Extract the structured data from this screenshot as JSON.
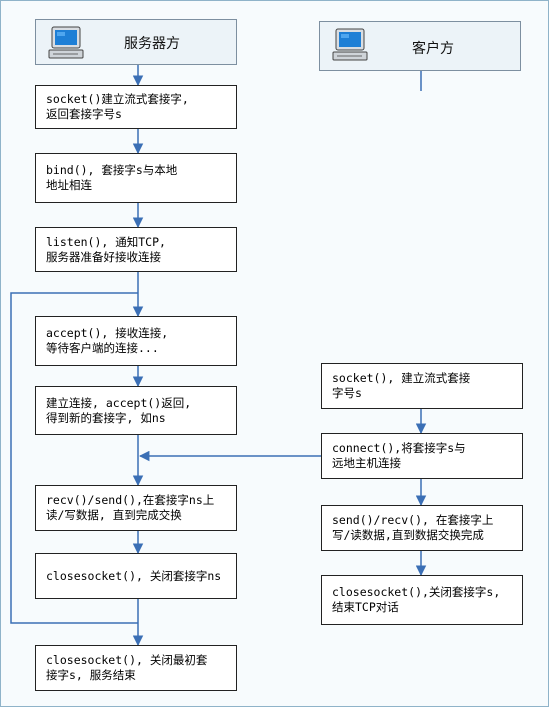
{
  "server": {
    "title": "服务器方",
    "icon": "computer-icon",
    "steps": [
      "socket()建立流式套接字,\n返回套接字号s",
      "bind(), 套接字s与本地\n地址相连",
      "listen(), 通知TCP,\n服务器准备好接收连接",
      "accept(), 接收连接,\n等待客户端的连接...",
      "建立连接, accept()返回,\n得到新的套接字, 如ns",
      "recv()/send(),在套接字ns上\n读/写数据, 直到完成交换",
      "closesocket(), 关闭套接字ns",
      "closesocket(), 关闭最初套\n接字s, 服务结束"
    ]
  },
  "client": {
    "title": "客户方",
    "icon": "computer-icon",
    "steps": [
      "socket(), 建立流式套接\n字号s",
      "connect(),将套接字s与\n远地主机连接",
      "send()/recv(), 在套接字上\n写/读数据,直到数据交换完成",
      "closesocket(),关闭套接字s,\n结束TCP对话"
    ]
  },
  "colors": {
    "arrow": "#3b6fb5",
    "node_border": "#222222",
    "header_bg": "#ecf3f8"
  }
}
